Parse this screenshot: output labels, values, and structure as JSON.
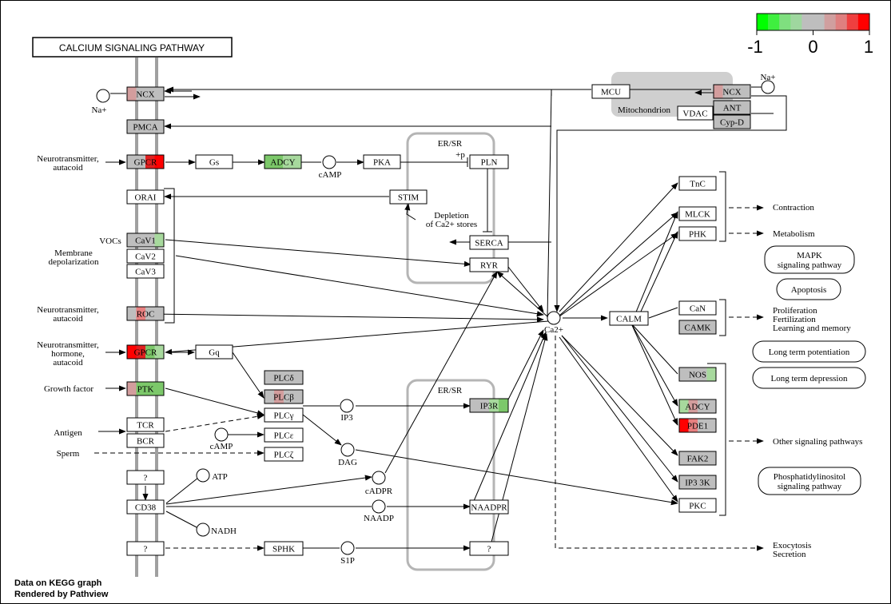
{
  "title": "CALCIUM SIGNALING PATHWAY",
  "footer": {
    "line1": "Data on KEGG graph",
    "line2": "Rendered by  Pathview"
  },
  "legend": {
    "min_label": "-1",
    "mid_label": "0",
    "max_label": "1",
    "colors": [
      "#00ff00",
      "#3fef3f",
      "#7fdf7f",
      "#9fd79f",
      "#bebebe",
      "#bebebe",
      "#d09f9f",
      "#df7f7f",
      "#ef3f3f",
      "#ff0000"
    ]
  },
  "compartments": {
    "er1": "ER/SR",
    "er2": "ER/SR",
    "mito": "Mitochondrion"
  },
  "genes": {
    "ncx": "NCX",
    "pmca": "PMCA",
    "gpcr1": "GPCR",
    "orai": "ORAI",
    "cav1": "CaV1",
    "cav2": "CaV2",
    "cav3": "CaV3",
    "roc": "ROC",
    "gpcr2": "GPCR",
    "ptk": "PTK",
    "tcr": "TCR",
    "bcr": "BCR",
    "q1": "?",
    "cd38": "CD38",
    "q2": "?",
    "gs": "Gs",
    "adcy1": "ADCY",
    "pka": "PKA",
    "pln": "PLN",
    "stim": "STIM",
    "serca": "SERCA",
    "ryr": "RYR",
    "gq": "Gq",
    "plcd": "PLCδ",
    "plcb": "PLCβ",
    "plcg": "PLCγ",
    "plce": "PLCε",
    "plcz": "PLCζ",
    "ip3r": "IP3R",
    "naadpr": "NAADPR",
    "sphk": "SPHK",
    "q3": "?",
    "mcu": "MCU",
    "ncx2": "NCX",
    "ant": "ANT",
    "vdac": "VDAC",
    "cypd": "Cyp-D",
    "tnc": "TnC",
    "mlck": "MLCK",
    "phk": "PHK",
    "calm": "CALM",
    "can": "CaN",
    "camk": "CAMK",
    "nos": "NOS",
    "adcy2": "ADCY",
    "pde1": "PDE1",
    "fak2": "FAK2",
    "ip33k": "IP3 3K",
    "pkc": "PKC"
  },
  "compounds": {
    "na1": "Na+",
    "na2": "Na+",
    "camp1": "cAMP",
    "camp2": "cAMP",
    "ip3": "IP3",
    "dag": "DAG",
    "cadpr": "cADPR",
    "naadp": "NAADP",
    "s1p": "S1P",
    "atp": "ATP",
    "nadh": "NADH",
    "ca": "Ca2+"
  },
  "inputs": {
    "nt1": [
      "Neurotransmitter,",
      "autacoid"
    ],
    "vocs": [
      "VOCs"
    ],
    "memdep": [
      "Membrane",
      "depolarization"
    ],
    "nt2": [
      "Neurotransmitter,",
      "autacoid"
    ],
    "nt3": [
      "Neurotransmitter,",
      "hormone,",
      "autacoid"
    ],
    "gf": [
      "Growth factor"
    ],
    "antigen": [
      "Antigen"
    ],
    "sperm": [
      "Sperm"
    ],
    "depl": [
      "Depletion",
      "of Ca2+ stores"
    ],
    "p": [
      "+p"
    ]
  },
  "outputs": {
    "contraction": [
      "Contraction"
    ],
    "metabolism": [
      "Metabolism"
    ],
    "prolif": [
      "Proliferation",
      "Fertilization",
      "Learning and memory"
    ],
    "other": [
      "Other signaling pathways"
    ],
    "exo": [
      "Exocytosis",
      "Secretion"
    ]
  },
  "pathways": {
    "mapk": [
      "MAPK",
      "signaling pathway"
    ],
    "apoptosis": [
      "Apoptosis"
    ],
    "ltp": [
      "Long term potentiation"
    ],
    "ltd": [
      "Long term depression"
    ],
    "pi": [
      "Phosphatidylinositol",
      "signaling pathway"
    ]
  }
}
